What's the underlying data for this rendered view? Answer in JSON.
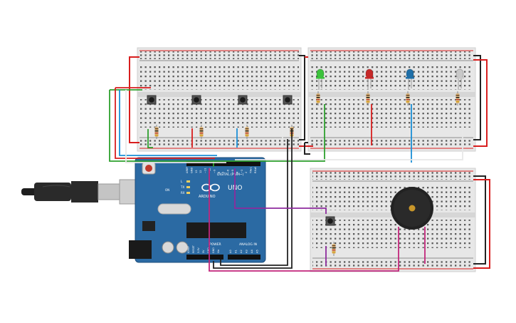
{
  "canvas": {
    "background": "#ffffff"
  },
  "arduino": {
    "board_name": "UNO",
    "brand": "ARDUINO",
    "header_digital": "DIGITAL (PWM~)",
    "header_power": "POWER",
    "header_analog": "ANALOG IN",
    "power_pins": [
      "IOREF",
      "RESET",
      "3.3V",
      "5V",
      "GND",
      "GND",
      "Vin"
    ],
    "analog_pins": [
      "A0",
      "A1",
      "A2",
      "A3",
      "A4",
      "A5"
    ],
    "digital_pins": [
      "AREF",
      "GND",
      "13",
      "12",
      "~11",
      "~10",
      "~9",
      "8",
      "7",
      "~6",
      "~5",
      "4",
      "~3",
      "2",
      "TX▸1",
      "RX◂0"
    ],
    "leds_labels": [
      "L",
      "TX",
      "RX"
    ],
    "on_label": "ON",
    "color": "#2b6aa3"
  },
  "breadboards": [
    {
      "id": "top-left",
      "role": "buttons"
    },
    {
      "id": "top-right",
      "role": "leds"
    },
    {
      "id": "bottom-right",
      "role": "buzzer-and-button"
    }
  ],
  "components": {
    "pushbuttons": 5,
    "leds": [
      {
        "name": "green-led",
        "color": "#3cc23c"
      },
      {
        "name": "red-led",
        "color": "#c62828"
      },
      {
        "name": "blue-led",
        "color": "#1e6fa8"
      },
      {
        "name": "white-led",
        "color": "#c8c8c8"
      }
    ],
    "resistors": 9,
    "buzzer": {
      "name": "piezo-buzzer",
      "color": "#222222"
    }
  },
  "wire_colors": {
    "power": "#d81e1e",
    "ground": "#222222",
    "green": "#2ea02e",
    "blue": "#1b8fd6",
    "purple": "#8e2b9e",
    "magenta": "#c2267c",
    "white": "#e8e8e8"
  },
  "usb_cable": {
    "color": "#2a2a2a"
  }
}
